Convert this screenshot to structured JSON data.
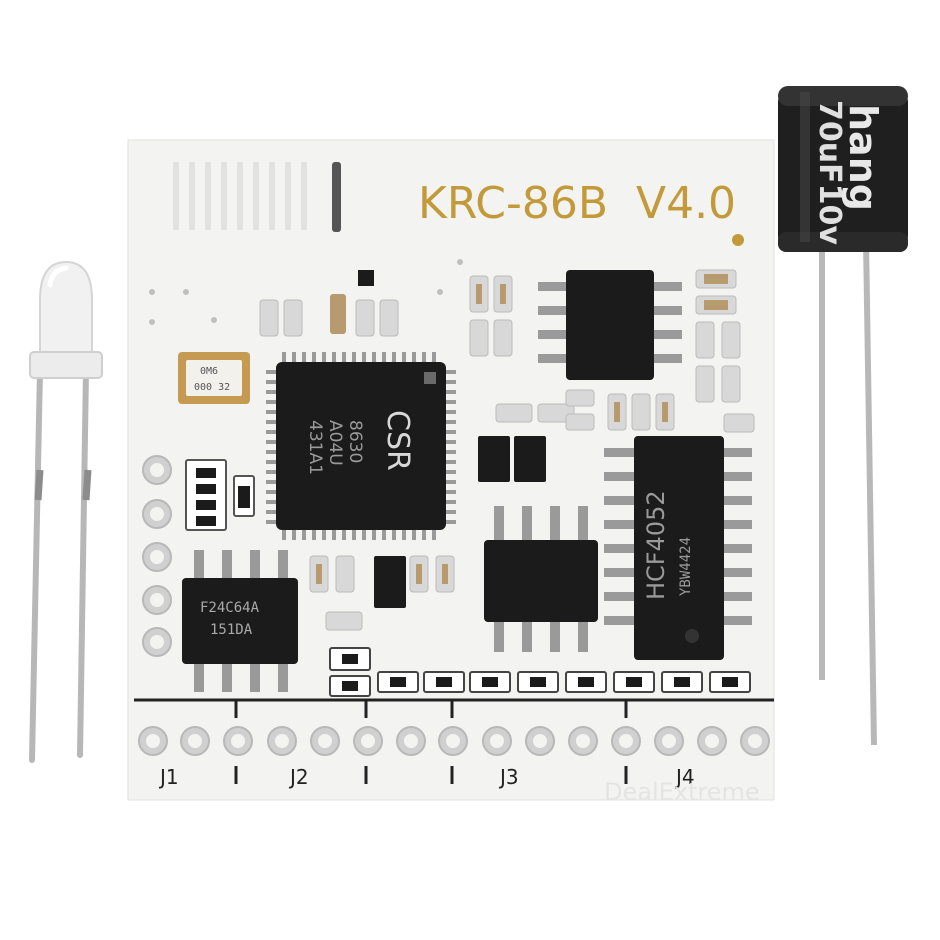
{
  "board": {
    "model_label": "KRC-86B  V4.0",
    "chips": {
      "main_brand": "CSR",
      "main_line1": "8630",
      "main_line2": "A04U",
      "main_line3": "431A1",
      "crystal_line1": "0M6",
      "crystal_line2": "000 32",
      "eeprom_line1": "F24C64A",
      "eeprom_line2": "151DA",
      "mux_line1": "HCF4052",
      "mux_line2": "YBW4424"
    },
    "connectors": {
      "j1": "J1",
      "j2": "J2",
      "j3": "J3",
      "j4": "J4"
    }
  },
  "capacitor": {
    "value_label": "70uF10v",
    "brand_label": "hang"
  },
  "watermark": "DealExtreme",
  "colors": {
    "board": "#f4f4f2",
    "chip": "#1b1b1b",
    "silkscreen": "#c39a3a",
    "pad": "#cfcfcf",
    "crystal": "#c59a52",
    "capacitor": "#202020"
  },
  "icons": [
    "led-icon",
    "capacitor-icon"
  ]
}
